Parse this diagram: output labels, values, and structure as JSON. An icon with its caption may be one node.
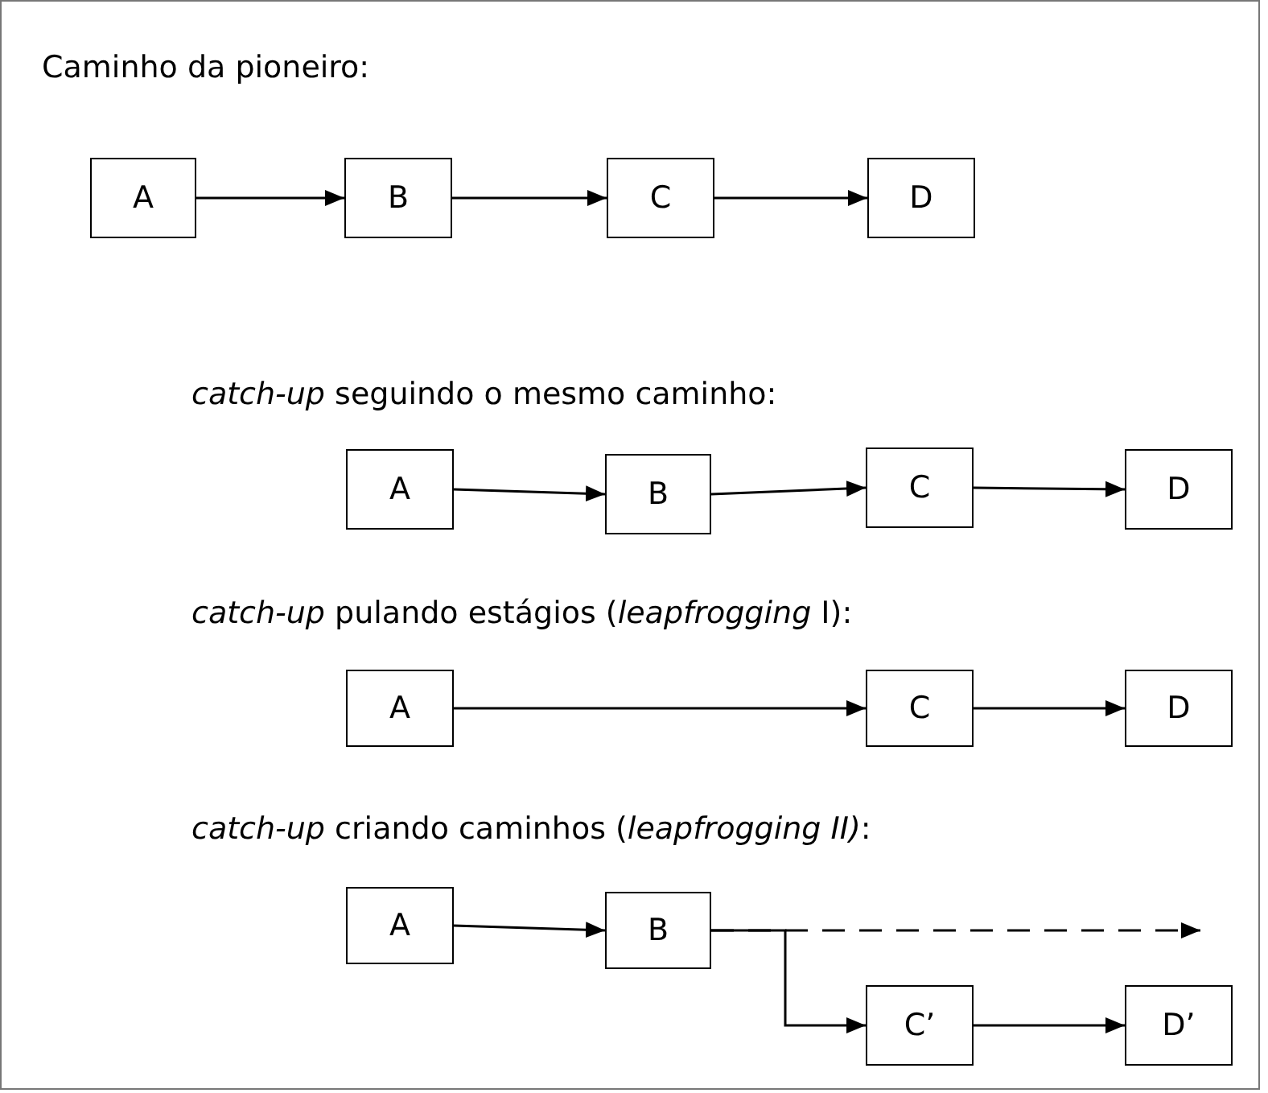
{
  "diagram": {
    "nodes": [
      {
        "text": [
          "A"
        ]
      },
      {
        "text": [
          "B"
        ]
      },
      {
        "text": [
          "C"
        ]
      },
      {
        "text": [
          "D"
        ]
      },
      {
        "text": [
          "A"
        ]
      },
      {
        "text": [
          "B"
        ]
      },
      {
        "text": [
          "C"
        ]
      },
      {
        "text": [
          "D"
        ]
      },
      {
        "text": [
          "A"
        ]
      },
      {
        "text": [
          "C"
        ]
      },
      {
        "text": [
          "D"
        ]
      },
      {
        "text": [
          "A"
        ]
      },
      {
        "text": [
          "B"
        ]
      },
      {
        "text": [
          "C’"
        ]
      },
      {
        "text": [
          "D’"
        ]
      }
    ],
    "edges": [
      {
        "from": 0,
        "to": 1,
        "arrow": "to"
      },
      {
        "from": 1,
        "to": 2,
        "arrow": "to"
      },
      {
        "from": 2,
        "to": 3,
        "arrow": "to"
      },
      {
        "from": 4,
        "to": 5,
        "arrow": "to"
      },
      {
        "from": 5,
        "to": 6,
        "arrow": "to"
      },
      {
        "from": 6,
        "to": 7,
        "arrow": "to"
      },
      {
        "from": 8,
        "to": 9,
        "arrow": "to"
      },
      {
        "from": 9,
        "to": 10,
        "arrow": "to"
      },
      {
        "from": 11,
        "to": 12,
        "arrow": "to"
      },
      {
        "from": 12,
        "to": null,
        "arrow": "to",
        "style": "dashed"
      },
      {
        "from": 12,
        "to": 13,
        "arrow": "to"
      },
      {
        "from": 13,
        "to": 14,
        "arrow": "to"
      }
    ],
    "labels": [
      "Caminho da pioneiro:",
      "*catch-up* seguindo o mesmo caminho:",
      "*catch-up* pulando estágios (*leapfrogging* I):",
      "*catch-up* criando caminhos (*leapfrogging II)*:"
    ]
  }
}
